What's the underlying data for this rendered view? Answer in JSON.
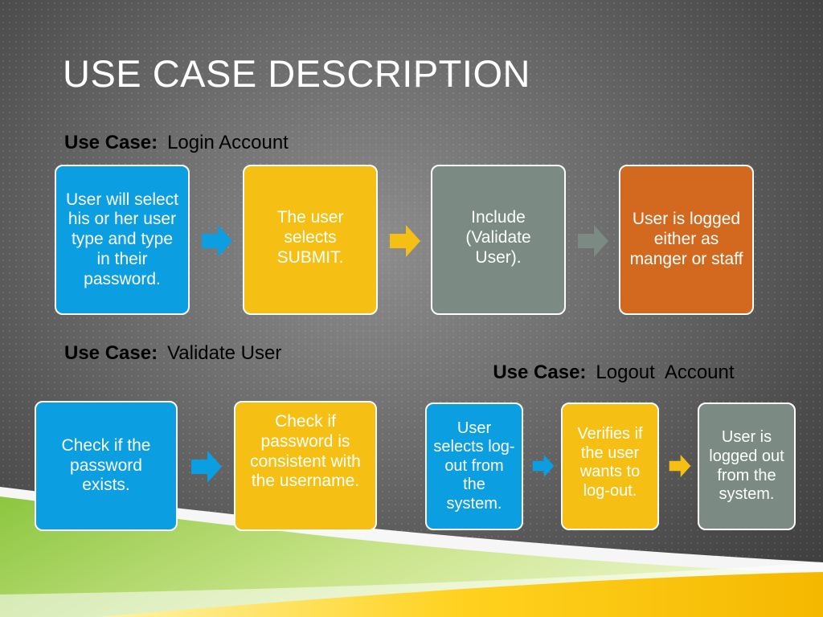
{
  "title": "USE CASE DESCRIPTION",
  "use_case_key": "Use Case:",
  "colors": {
    "blue": "#0b9ee0",
    "yellow": "#f5c013",
    "gray": "#7b8b84",
    "orange": "#d2691e",
    "green": "#8cc63f",
    "white": "#ffffff"
  },
  "use_cases": {
    "login": {
      "name": "Login Account",
      "steps": [
        "User will select his or her user type and type in their password.",
        "The user selects SUBMIT.",
        "Include (Validate User).",
        "User is logged either as manger or staff"
      ]
    },
    "validate": {
      "name": "Validate User",
      "steps": [
        "Check if the password exists.",
        "Check if password is consistent with the username."
      ]
    },
    "logout": {
      "name": "Logout  Account",
      "steps": [
        "User selects log-out from the system.",
        "Verifies if the user wants to log-out.",
        "User is logged out from the system."
      ]
    }
  }
}
